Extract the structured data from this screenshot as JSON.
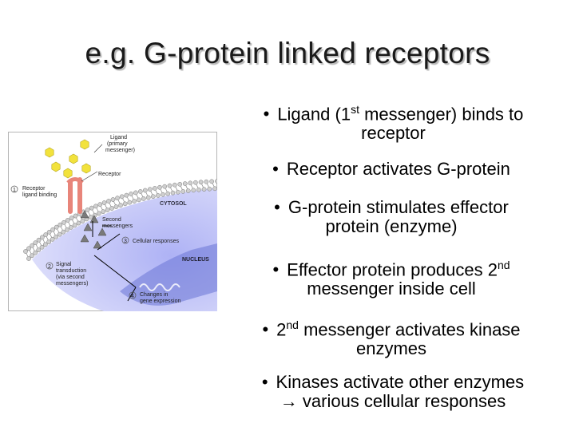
{
  "slide": {
    "title": "e.g. G-protein linked receptors"
  },
  "bullets": [
    {
      "lines": [
        [
          "Ligand (1",
          "st",
          " messenger) binds to"
        ],
        [
          "receptor"
        ]
      ]
    },
    {
      "lines": [
        [
          "Receptor activates G-protein"
        ]
      ]
    },
    {
      "lines": [
        [
          "G-protein stimulates effector"
        ],
        [
          "protein (enzyme)"
        ]
      ]
    },
    {
      "lines": [
        [
          "Effector protein produces 2",
          "nd",
          ""
        ],
        [
          "messenger inside cell"
        ]
      ]
    },
    {
      "lines": [
        [
          "2",
          "nd",
          " messenger activates kinase"
        ],
        [
          "enzymes"
        ]
      ]
    },
    {
      "lines": [
        [
          "Kinases activate other enzymes"
        ],
        [
          "→ various cellular responses"
        ]
      ]
    }
  ],
  "diagram": {
    "labels": {
      "ligand": [
        "Ligand",
        "(primary",
        "messenger)"
      ],
      "receptor": "Receptor",
      "step1": "1",
      "step1_label": [
        "Receptor",
        "ligand binding"
      ],
      "cytosol": "CYTOSOL",
      "second_messengers": [
        "Second",
        "messengers"
      ],
      "step3": "3",
      "step3_label": "Cellular responses",
      "nucleus": "NUCLEUS",
      "step2": "2",
      "step2_label": [
        "Signal",
        "transduction",
        "(via second",
        "messengers)"
      ],
      "step4": "4",
      "step4_label": [
        "Changes in",
        "gene expression"
      ]
    },
    "colors": {
      "ligand": "#f2e23c",
      "receptor": "#f29a8a",
      "cytosol": "#b7b9f2",
      "membrane_head": "#cfcfcf",
      "messenger": "#7a7a7a",
      "nucleus": "#6a74d6"
    }
  }
}
